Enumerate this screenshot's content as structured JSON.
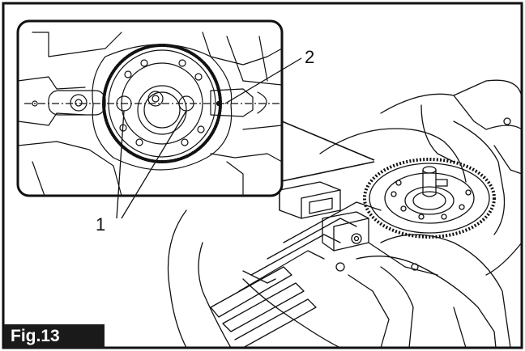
{
  "figure": {
    "label": "Fig.13"
  },
  "callouts": [
    {
      "number": "1"
    },
    {
      "number": "2"
    }
  ],
  "colors": {
    "line": "#111111",
    "background": "#ffffff",
    "label_bg": "#1a1a1a",
    "label_text": "#ffffff"
  }
}
